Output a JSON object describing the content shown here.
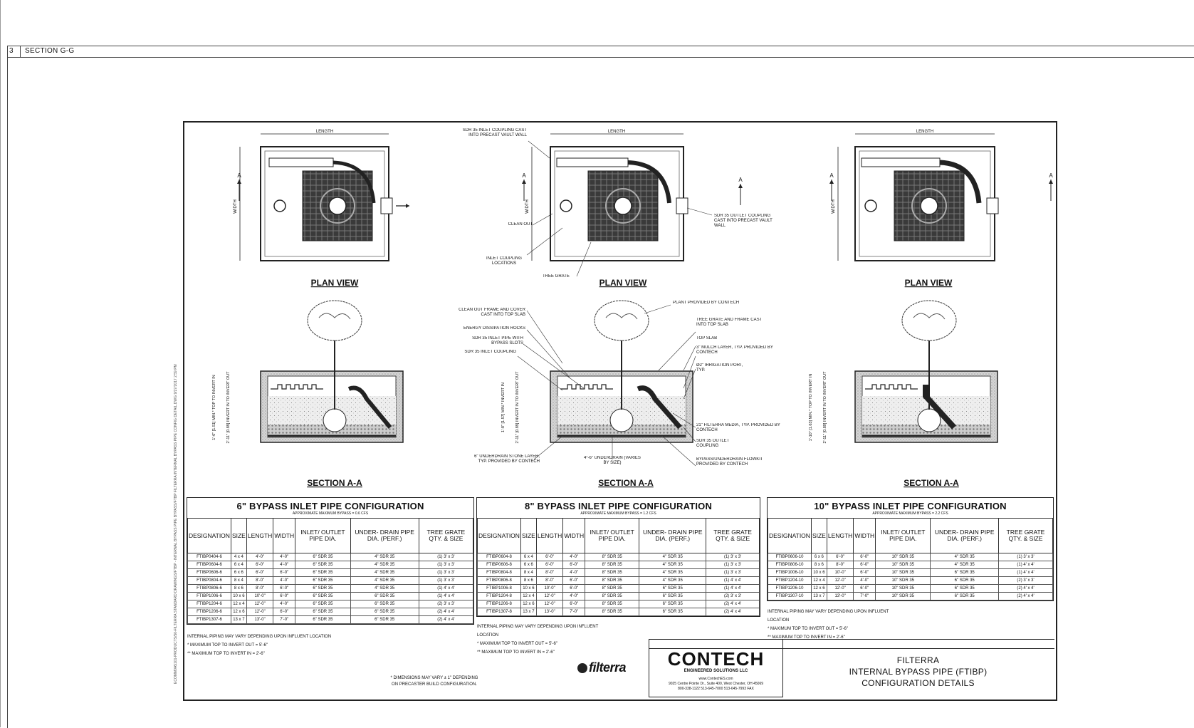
{
  "header": {
    "number": "3",
    "title": "SECTION G-G"
  },
  "sidebar_text": "ECOMM0A5101-PRODUCTS/50-FILTERRA STANDARD DRAWINGS/FTBP - INTERNAL BYPASS PIPE BYPASS/FTBP FILTERRA INTERNAL BYPASS PIPE CONFIG DETAIL.DWG 9/27/2017 2:59 PM",
  "views": {
    "plan_title": "PLAN VIEW",
    "section_title": "SECTION A-A",
    "length_label": "LENGTH",
    "width_label": "WIDTH",
    "cut_marker": "A",
    "plan_callouts": {
      "inlet_coupling": "SDR 35 INLET COUPLING CAST INTO PRECAST VAULT WALL",
      "clean_out": "CLEAN OUT",
      "inlet_locations": "INLET COUPLING LOCATIONS",
      "tree_grate": "TREE GRATE",
      "outlet_coupling": "SDR 35 OUTLET COUPLING CAST INTO PRECAST VAULT WALL"
    },
    "section_callouts": {
      "plant": "PLANT PROVIDED BY CONTECH",
      "cleanout_frame": "CLEAN OUT FRAME AND COVER CAST INTO TOP SLAB",
      "energy_rocks": "ENERGY DISSIPATION ROCKS",
      "inlet_pipe": "SDR 35 INLET PIPE WITH BYPASS SLOTS",
      "inlet_coupling": "SDR 35 INLET COUPLING",
      "grate_frame": "TREE GRATE AND FRAME CAST INTO TOP SLAB",
      "top_slab": "TOP SLAB",
      "mulch": "3\" MULCH LAYER, TYP. PROVIDED BY CONTECH",
      "irrigation": "Ø2\" IRRIGATION PORT, TYP.",
      "media": "21\" FILTERRA MEDIA, TYP. PROVIDED BY CONTECH",
      "outlet_coupling": "SDR 35 OUTLET COUPLING",
      "stone_layer": "6\" UNDERDRAIN STONE LAYER, TYP. PROVIDED BY CONTECH",
      "underdrain": "4\"-6\" UNDERDRAIN (VARIES BY SIZE)",
      "flowkit": "BYPASS/UNDERDRAIN FLOWKIT PROVIDED BY CONTECH"
    },
    "dims_6": [
      "1'-6\" [1.51] MIN.* TOP TO INVERT IN",
      "2'-11\" [0.89] INVERT IN TO INVERT OUT"
    ],
    "dims_8": [
      "1'-8\" [1.57] MIN.* INVERT IN",
      "2'-11\" [0.89] INVERT IN TO INVERT OUT"
    ],
    "dims_10": [
      "1'-10\" [1.63] MIN.* TOP TO INVERT IN",
      "2'-11\" [0.89] INVERT IN TO INVERT OUT"
    ]
  },
  "columns": [
    "DESIGNATION",
    "SIZE",
    "LENGTH",
    "WIDTH",
    "INLET/ OUTLET PIPE DIA.",
    "UNDER- DRAIN PIPE DIA. (PERF.)",
    "TREE GRATE QTY. & SIZE"
  ],
  "tables": {
    "t6": {
      "title": "6\" BYPASS INLET PIPE CONFIGURATION",
      "subtitle": "APPROXIMATE MAXIMUM BYPASS = 0.6 CFS",
      "rows": [
        [
          "FTIBP0404-6",
          "4 x 4",
          "4'-0\"",
          "4'-0\"",
          "6\" SDR 35",
          "4\" SDR 35",
          "(1) 3' x 3'"
        ],
        [
          "FTIBP0604-6",
          "6 x 4",
          "6'-0\"",
          "4'-0\"",
          "6\" SDR 35",
          "4\" SDR 35",
          "(1) 3' x 3'"
        ],
        [
          "FTIBP0606-6",
          "6 x 6",
          "6'-0\"",
          "6'-0\"",
          "6\" SDR 35",
          "4\" SDR 35",
          "(1) 3' x 3'"
        ],
        [
          "FTIBP0804-6",
          "8 x 4",
          "8'-0\"",
          "4'-0\"",
          "6\" SDR 35",
          "4\" SDR 35",
          "(1) 3' x 3'"
        ],
        [
          "FTIBP0806-6",
          "8 x 6",
          "8'-0\"",
          "6'-0\"",
          "6\" SDR 35",
          "4\" SDR 35",
          "(1) 4' x 4'"
        ],
        [
          "FTIBP1006-6",
          "10 x 6",
          "10'-0\"",
          "6'-0\"",
          "6\" SDR 35",
          "6\" SDR 35",
          "(1) 4' x 4'"
        ],
        [
          "FTIBP1204-6",
          "12 x 4",
          "12'-0\"",
          "4'-0\"",
          "6\" SDR 35",
          "6\" SDR 35",
          "(2) 3' x 3'"
        ],
        [
          "FTIBP1206-6",
          "12 x 6",
          "12'-0\"",
          "6'-0\"",
          "6\" SDR 35",
          "6\" SDR 35",
          "(2) 4' x 4'"
        ],
        [
          "FTIBP1307-6",
          "13 x 7",
          "13'-0\"",
          "7'-0\"",
          "6\" SDR 35",
          "6\" SDR 35",
          "(2) 4' x 4'"
        ]
      ],
      "notes": [
        "INTERNAL PIPING MAY VARY DEPENDING UPON INFLUENT LOCATION",
        "* MAXIMUM TOP TO INVERT OUT = 5'-6\"",
        "** MAXIMUM TOP TO INVERT IN = 2'-6\""
      ]
    },
    "t8": {
      "title": "8\" BYPASS INLET PIPE CONFIGURATION",
      "subtitle": "APPROXIMATE MAXIMUM BYPASS = 1.2 CFS",
      "rows": [
        [
          "FTIBP0604-8",
          "6 x 4",
          "6'-0\"",
          "4'-0\"",
          "8\" SDR 35",
          "4\" SDR 35",
          "(1) 3' x 3'"
        ],
        [
          "FTIBP0606-8",
          "6 x 6",
          "6'-0\"",
          "6'-0\"",
          "8\" SDR 35",
          "4\" SDR 35",
          "(1) 3' x 3'"
        ],
        [
          "FTIBP0804-8",
          "8 x 4",
          "8'-0\"",
          "4'-0\"",
          "8\" SDR 35",
          "4\" SDR 35",
          "(1) 3' x 3'"
        ],
        [
          "FTIBP0806-8",
          "8 x 6",
          "8'-0\"",
          "6'-0\"",
          "8\" SDR 35",
          "4\" SDR 35",
          "(1) 4' x 4'"
        ],
        [
          "FTIBP1006-8",
          "10 x 6",
          "10'-0\"",
          "6'-0\"",
          "8\" SDR 35",
          "6\" SDR 35",
          "(1) 4' x 4'"
        ],
        [
          "FTIBP1204-8",
          "12 x 4",
          "12'-0\"",
          "4'-0\"",
          "8\" SDR 35",
          "6\" SDR 35",
          "(2) 3' x 3'"
        ],
        [
          "FTIBP1206-8",
          "12 x 6",
          "12'-0\"",
          "6'-0\"",
          "8\" SDR 35",
          "6\" SDR 35",
          "(2) 4' x 4'"
        ],
        [
          "FTIBP1307-8",
          "13 x 7",
          "13'-0\"",
          "7'-0\"",
          "8\" SDR 35",
          "6\" SDR 35",
          "(2) 4' x 4'"
        ]
      ],
      "notes": [
        "INTERNAL PIPING MAY VARY DEPENDING UPON INFLUENT LOCATION",
        "* MAXIMUM TOP TO INVERT OUT = 5'-6\"",
        "** MAXIMUM TOP TO INVERT IN = 2'-6\""
      ]
    },
    "t10": {
      "title": "10\" BYPASS INLET PIPE CONFIGURATION",
      "subtitle": "APPROXIMATE MAXIMUM BYPASS = 2.2 CFS",
      "rows": [
        [
          "FTIBP0606-10",
          "6 x 6",
          "6'-0\"",
          "6'-0\"",
          "10\" SDR 35",
          "4\" SDR 35",
          "(1) 3' x 3'"
        ],
        [
          "FTIBP0806-10",
          "8 x 6",
          "8'-0\"",
          "6'-0\"",
          "10\" SDR 35",
          "4\" SDR 35",
          "(1) 4' x 4'"
        ],
        [
          "FTIBP1006-10",
          "10 x 6",
          "10'-0\"",
          "6'-0\"",
          "10\" SDR 35",
          "6\" SDR 35",
          "(1) 4' x 4'"
        ],
        [
          "FTIBP1204-10",
          "12 x 4",
          "12'-0\"",
          "4'-0\"",
          "10\" SDR 35",
          "6\" SDR 35",
          "(2) 3' x 3'"
        ],
        [
          "FTIBP1206-10",
          "12 x 6",
          "12'-0\"",
          "6'-0\"",
          "10\" SDR 35",
          "6\" SDR 35",
          "(2) 4' x 4'"
        ],
        [
          "FTIBP1307-10",
          "13 x 7",
          "13'-0\"",
          "7'-0\"",
          "10\" SDR 35",
          "6\" SDR 35",
          "(2) 4' x 4'"
        ]
      ],
      "notes": [
        "INTERNAL PIPING MAY VARY DEPENDING UPON INFLUENT LOCATION",
        "* MAXIMUM TOP TO INVERT OUT = 5'-6\"",
        "** MAXIMUM TOP TO INVERT IN = 2'-6\""
      ]
    }
  },
  "footnote": [
    "* DIMENSIONS MAY VARY ± 1\" DEPENDING",
    "ON PRECASTER BUILD CONFIGURATION."
  ],
  "filterra_logo": "filterra",
  "contech": {
    "brand": "CONTECH",
    "tagline": "ENGINEERED SOLUTIONS LLC",
    "web": "www.ContechES.com",
    "address": "9025 Centre Pointe Dr., Suite 400, West Chester, OH 45069",
    "phones": "800-338-1122    513-645-7000    513-645-7993 FAX"
  },
  "title_block": [
    "FILTERRA",
    "INTERNAL BYPASS PIPE (FTIBP)",
    "CONFIGURATION DETAILS"
  ]
}
